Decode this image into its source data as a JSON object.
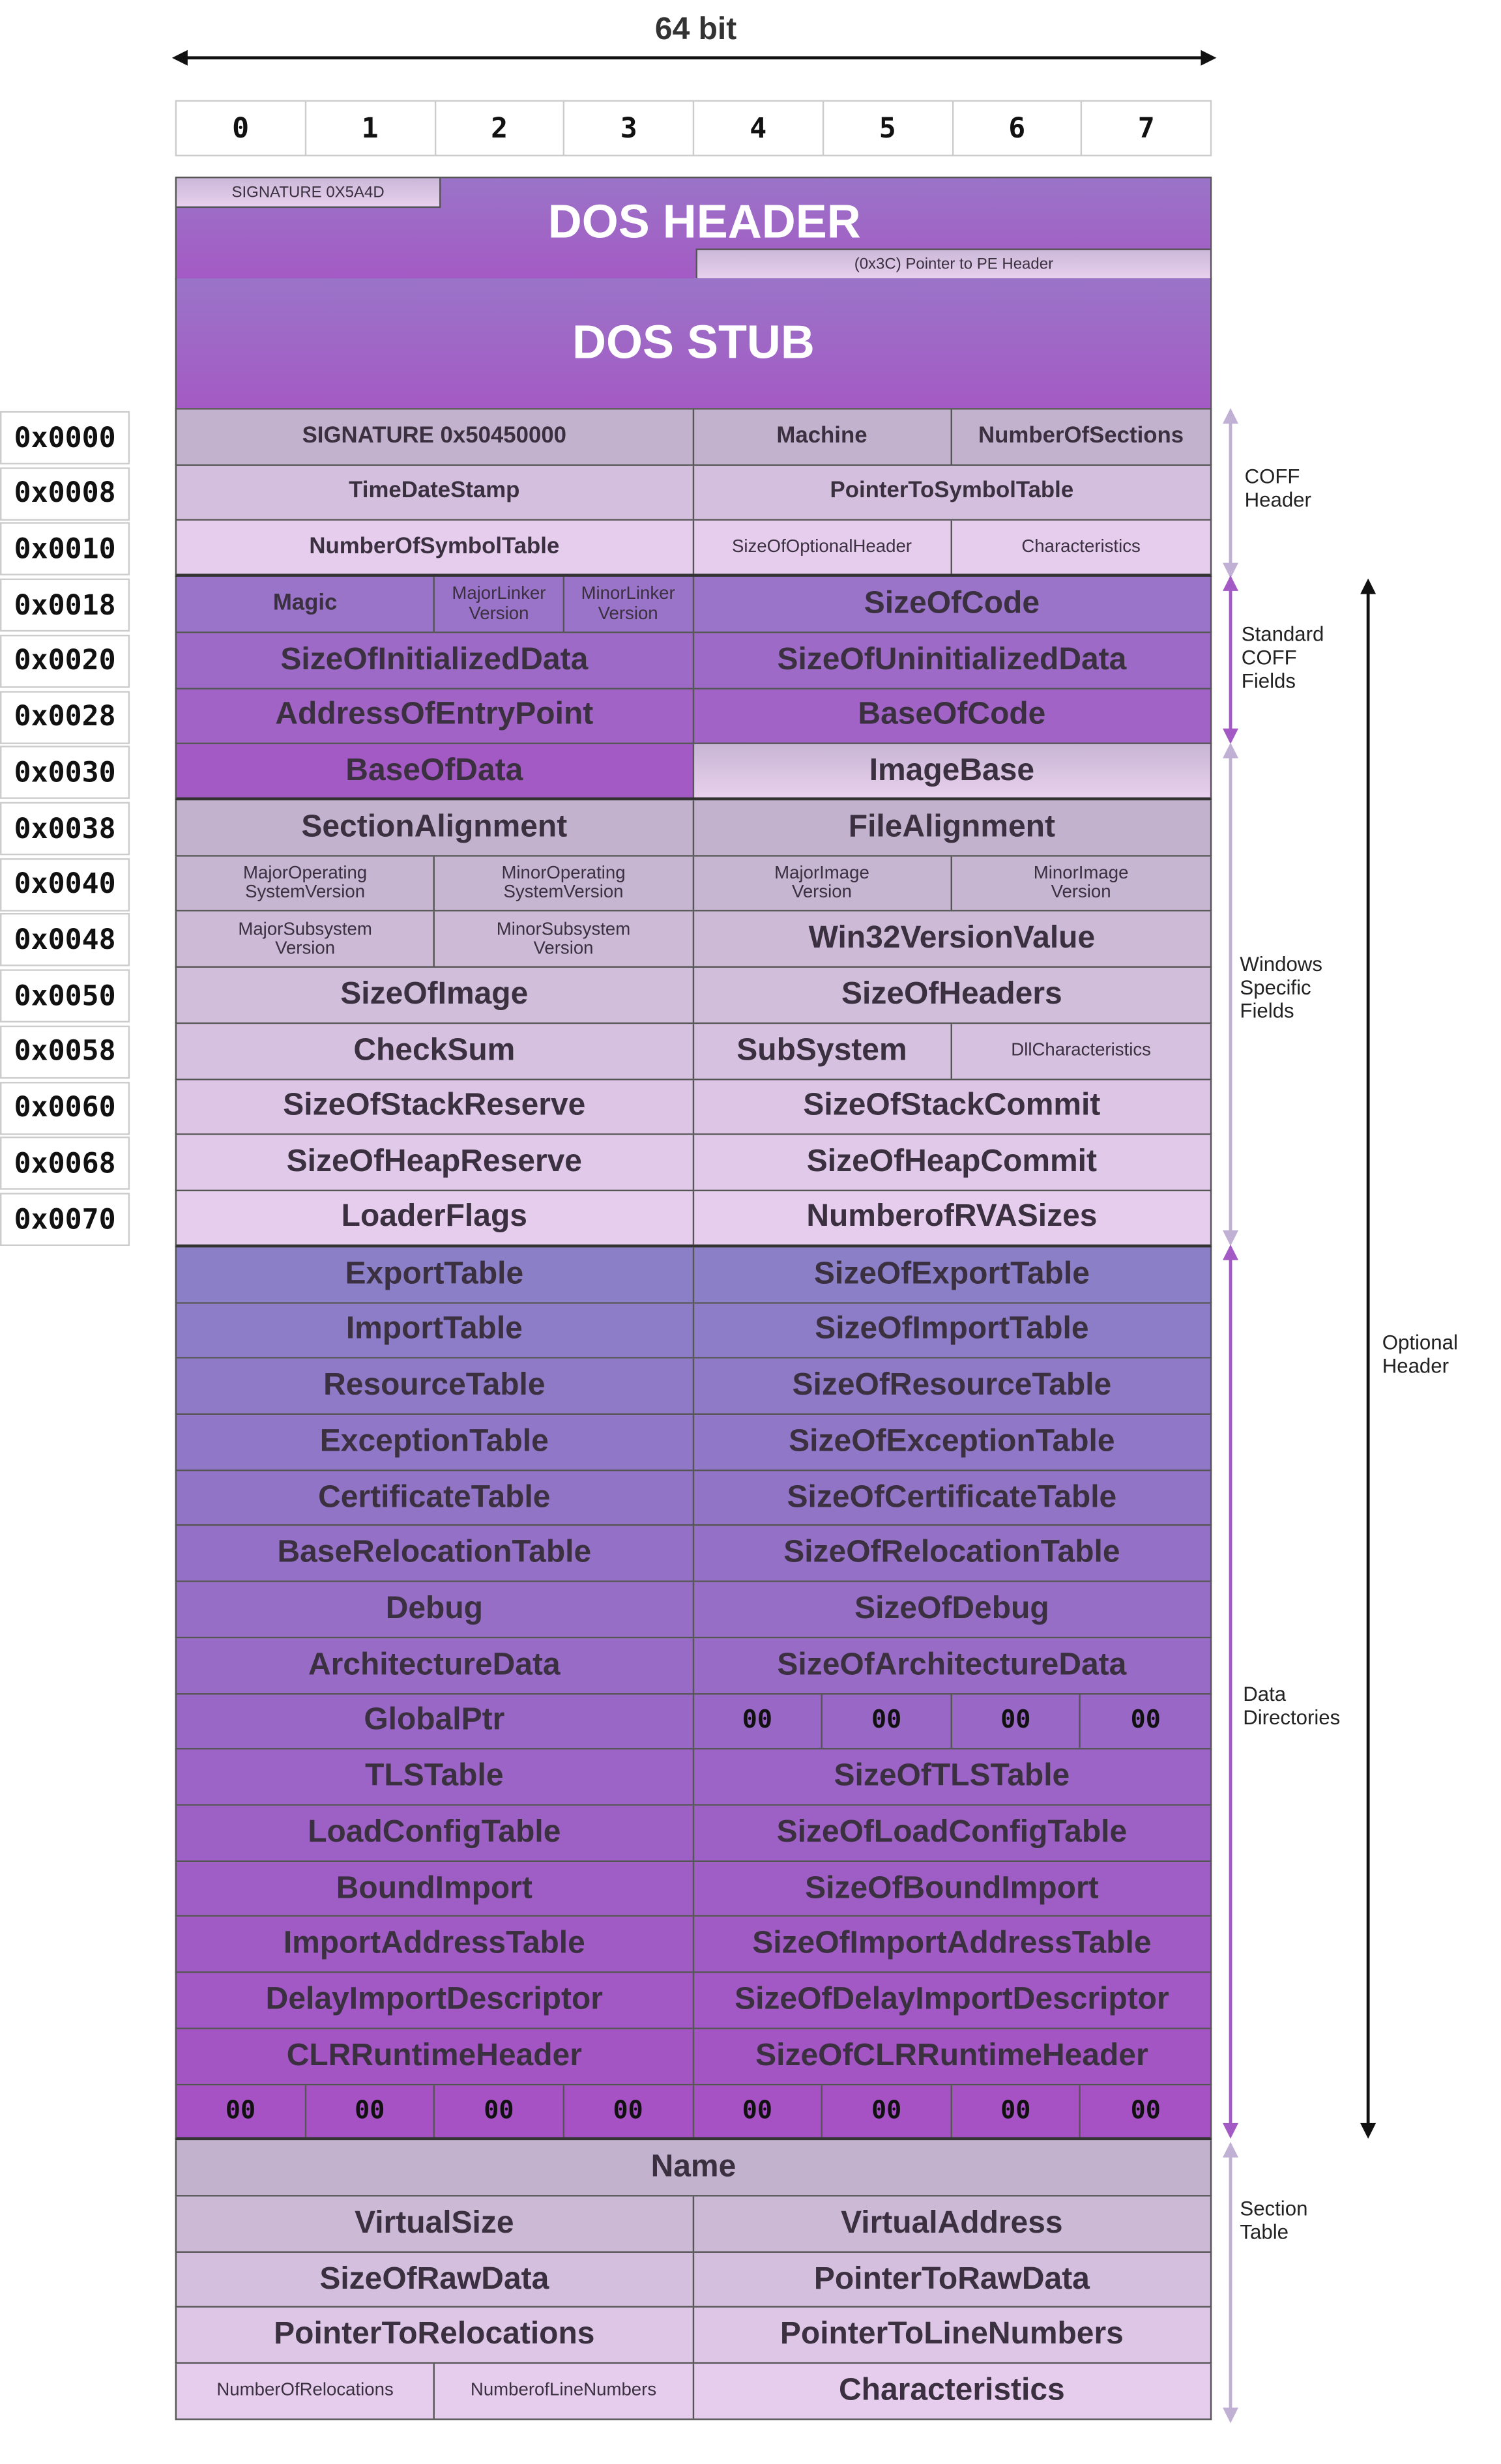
{
  "title": "64 bit",
  "byte_columns": [
    "0",
    "1",
    "2",
    "3",
    "4",
    "5",
    "6",
    "7"
  ],
  "dos_header": {
    "title": "DOS HEADER",
    "signature": "SIGNATURE 0X5A4D",
    "pe_pointer": "(0x3C) Pointer to PE Header"
  },
  "dos_stub": {
    "title": "DOS STUB"
  },
  "offsets": [
    "0x0000",
    "0x0008",
    "0x0010",
    "0x0018",
    "0x0020",
    "0x0028",
    "0x0030",
    "0x0038",
    "0x0040",
    "0x0048",
    "0x0050",
    "0x0058",
    "0x0060",
    "0x0068",
    "0x0070"
  ],
  "rows": [
    [
      "SIGNATURE 0x50450000",
      "Machine",
      "NumberOfSections"
    ],
    [
      "TimeDateStamp",
      "PointerToSymbolTable"
    ],
    [
      "NumberOfSymbolTable",
      "SizeOfOptionalHeader",
      "Characteristics"
    ],
    [
      "Magic",
      "MajorLinker\nVersion",
      "MinorLinker\nVersion",
      "SizeOfCode"
    ],
    [
      "SizeOfInitializedData",
      "SizeOfUninitializedData"
    ],
    [
      "AddressOfEntryPoint",
      "BaseOfCode"
    ],
    [
      "BaseOfData",
      "ImageBase"
    ],
    [
      "SectionAlignment",
      "FileAlignment"
    ],
    [
      "MajorOperating\nSystemVersion",
      "MinorOperating\nSystemVersion",
      "MajorImage\nVersion",
      "MinorImage\nVersion"
    ],
    [
      "MajorSubsystem\nVersion",
      "MinorSubsystem\nVersion",
      "Win32VersionValue"
    ],
    [
      "SizeOfImage",
      "SizeOfHeaders"
    ],
    [
      "CheckSum",
      "SubSystem",
      "DllCharacteristics"
    ],
    [
      "SizeOfStackReserve",
      "SizeOfStackCommit"
    ],
    [
      "SizeOfHeapReserve",
      "SizeOfHeapCommit"
    ],
    [
      "LoaderFlags",
      "NumberofRVASizes"
    ],
    [
      "ExportTable",
      "SizeOfExportTable"
    ],
    [
      "ImportTable",
      "SizeOfImportTable"
    ],
    [
      "ResourceTable",
      "SizeOfResourceTable"
    ],
    [
      "ExceptionTable",
      "SizeOfExceptionTable"
    ],
    [
      "CertificateTable",
      "SizeOfCertificateTable"
    ],
    [
      "BaseRelocationTable",
      "SizeOfRelocationTable"
    ],
    [
      "Debug",
      "SizeOfDebug"
    ],
    [
      "ArchitectureData",
      "SizeOfArchitectureData"
    ],
    [
      "GlobalPtr",
      "00",
      "00",
      "00",
      "00"
    ],
    [
      "TLSTable",
      "SizeOfTLSTable"
    ],
    [
      "LoadConfigTable",
      "SizeOfLoadConfigTable"
    ],
    [
      "BoundImport",
      "SizeOfBoundImport"
    ],
    [
      "ImportAddressTable",
      "SizeOfImportAddressTable"
    ],
    [
      "DelayImportDescriptor",
      "SizeOfDelayImportDescriptor"
    ],
    [
      "CLRRuntimeHeader",
      "SizeOfCLRRuntimeHeader"
    ],
    [
      "00",
      "00",
      "00",
      "00",
      "00",
      "00",
      "00",
      "00"
    ],
    [
      "Name"
    ],
    [
      "VirtualSize",
      "VirtualAddress"
    ],
    [
      "SizeOfRawData",
      "PointerToRawData"
    ],
    [
      "PointerToRelocations",
      "PointerToLineNumbers"
    ],
    [
      "NumberOfRelocations",
      "NumberofLineNumbers",
      "Characteristics"
    ]
  ],
  "annotations": {
    "coff": "COFF\nHeader",
    "standard": "Standard\nCOFF\nFields",
    "windows": "Windows\nSpecific\nFields",
    "data_dirs": "Data\nDirectories",
    "section": "Section\nTable",
    "optional": "Optional\nHeader"
  },
  "colors": {
    "purple": "#a45ac4",
    "lavender": "#9a74c8",
    "blue_violet": "#8b80c8",
    "light": "#e6cdee",
    "gray": "#c2b2cd",
    "arrow_light": "#c0b0d4",
    "arrow_purple": "#a45ac4"
  }
}
